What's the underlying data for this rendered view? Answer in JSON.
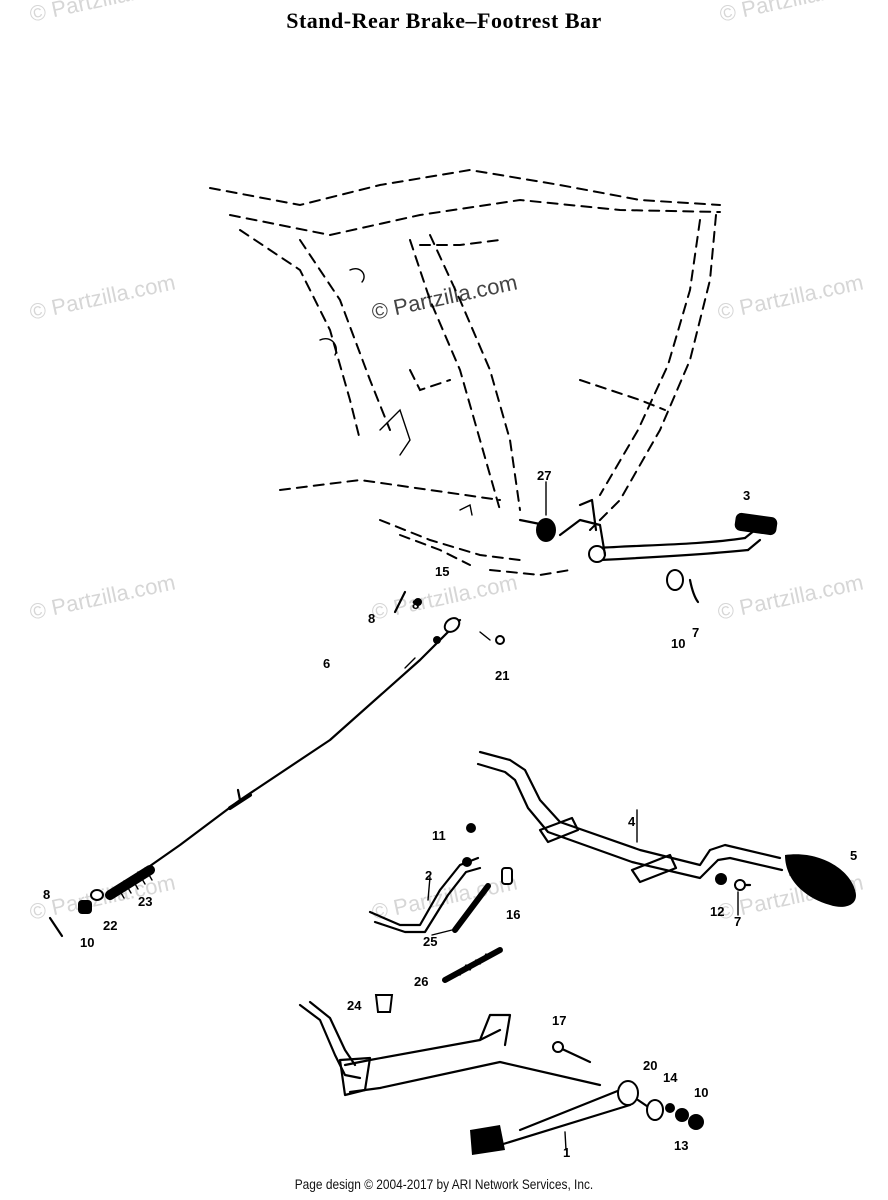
{
  "title": "Stand-Rear Brake–Footrest Bar",
  "footer": "Page design © 2004-2017 by ARI Network Services, Inc.",
  "watermark": "© Partzilla.com",
  "callouts": {
    "c1": "1",
    "c2": "2",
    "c3": "3",
    "c4": "4",
    "c5": "5",
    "c6": "6",
    "c7a": "7",
    "c7b": "7",
    "c8a": "8",
    "c8b": "8",
    "c8c": "8",
    "c10a": "10",
    "c10b": "10",
    "c10c": "10",
    "c11": "11",
    "c12": "12",
    "c13": "13",
    "c14": "14",
    "c15": "15",
    "c16": "16",
    "c17": "17",
    "c20": "20",
    "c21": "21",
    "c22": "22",
    "c23": "23",
    "c24": "24",
    "c25": "25",
    "c26": "26",
    "c27": "27"
  },
  "colors": {
    "ink": "#000000",
    "watermark": "#d6d6d6"
  }
}
